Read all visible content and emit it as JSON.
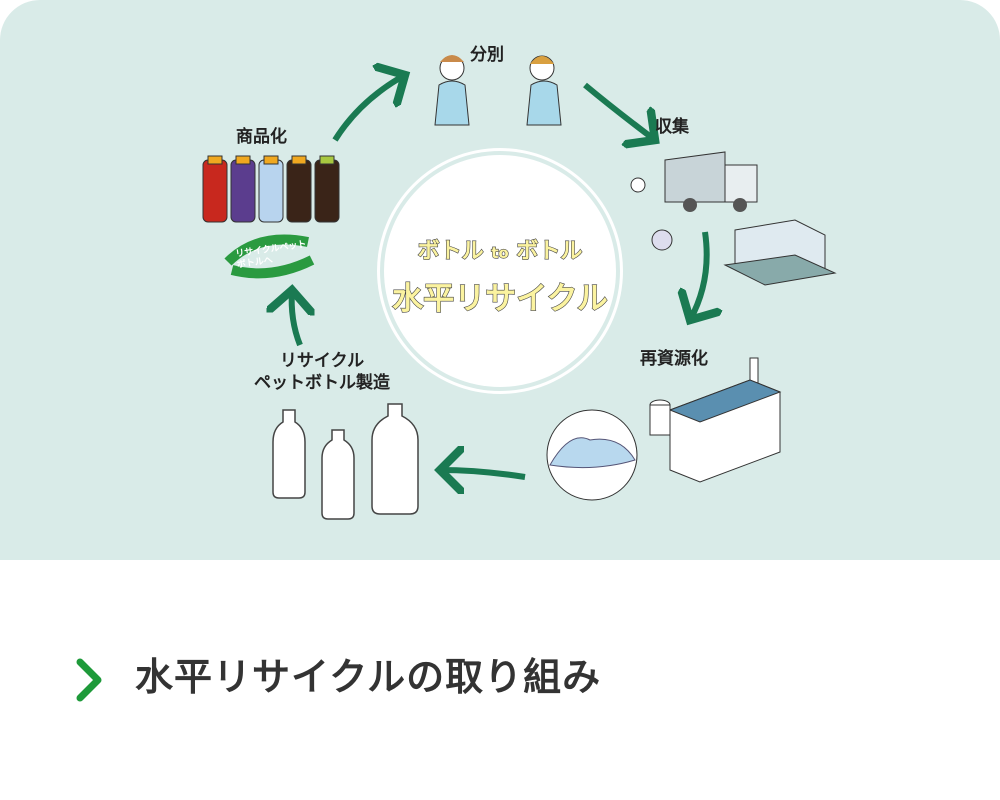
{
  "diagram": {
    "center_line1_a": "ボトル",
    "center_line1_to": "to",
    "center_line1_b": "ボトル",
    "center_line2": "水平リサイクル",
    "steps": [
      {
        "label": "分別"
      },
      {
        "label": "収集"
      },
      {
        "label": "再資源化"
      },
      {
        "label": "リサイクル\nペットボトル製造"
      },
      {
        "label": "商品化"
      }
    ],
    "recycle_badge": "リサイクルペットボトルへ",
    "arrow_color": "#1a7a52",
    "background_color": "#d9ebe8"
  },
  "footer": {
    "link_label": "水平リサイクルの取り組み",
    "chevron_icon": "chevron-right-icon",
    "accent_color": "#1e9a3a"
  }
}
